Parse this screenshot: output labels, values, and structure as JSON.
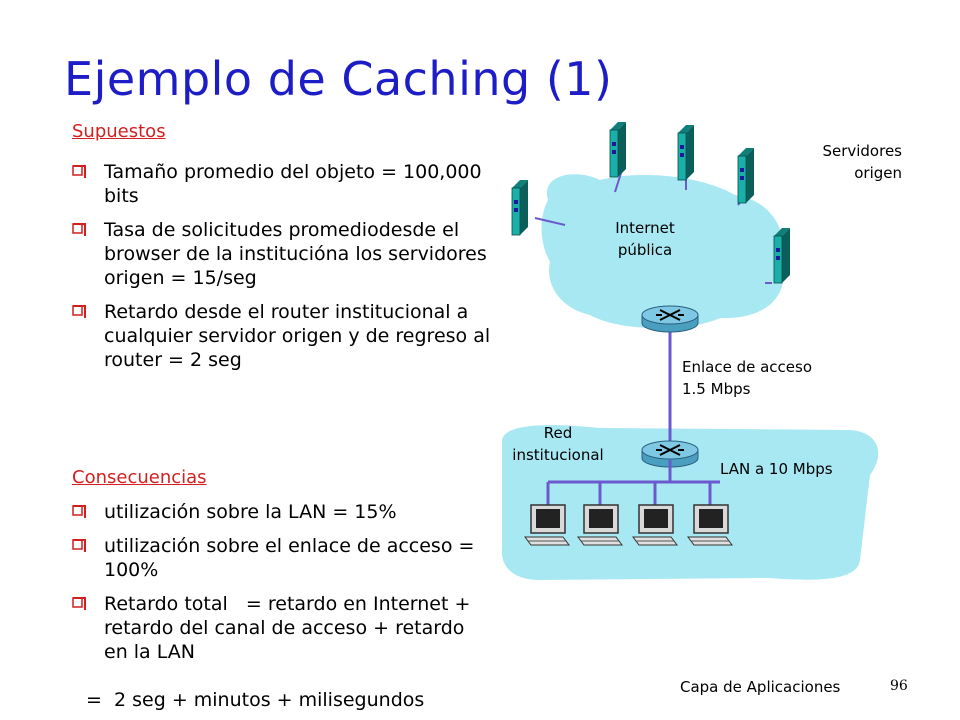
{
  "title": "Ejemplo de Caching (1)",
  "supuestos": {
    "heading": "Supuestos",
    "items": [
      "Tamaño promedio del objeto = 100,000 bits",
      "Tasa de solicitudes promediodesde el browser de la instituciónа los servidores origen = 15/seg",
      "Retardo desde el router institucional a cualquier servidor origen y de regreso al router = 2 seg"
    ]
  },
  "consecuencias": {
    "heading": "Consecuencias",
    "items": [
      "utilización sobre la LAN = 15%",
      "utilización sobre el enlace de acceso = 100%",
      "Retardo total   = retardo en Internet + retardo del canal de acceso + retardo en la LAN"
    ],
    "formula": "=  2 seg + minutos + milisegundos"
  },
  "diagram": {
    "servers_label_1": "Servidores",
    "servers_label_2": "origen",
    "internet_label_1": "Internet",
    "internet_label_2": "pública",
    "access_link_1": "Enlace de acceso",
    "access_link_2": "1.5 Mbps",
    "institution_1": "Red",
    "institution_2": "institucional",
    "lan_label": "LAN a 10 Mbps"
  },
  "footer": {
    "section": "Capa de Aplicaciones",
    "page": "96"
  },
  "colors": {
    "title": "#1d1dc7",
    "heading": "#d21f1f",
    "bullet": "#d21f1f",
    "cloud": "#a8e8f2",
    "server": "#18b0a8",
    "router": "#7ec8e3"
  }
}
